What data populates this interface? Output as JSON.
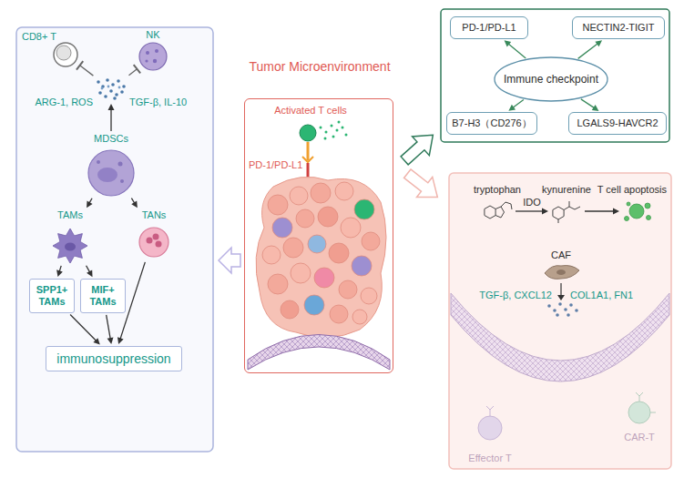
{
  "diagram": {
    "nodes": [
      {
        "text": [
          "CD8+ T"
        ]
      },
      {
        "text": [
          "NK"
        ]
      },
      {
        "text": [
          "ARG-1, ROS",
          "TGF-β, IL-10"
        ]
      },
      {
        "text": [
          "MDSCs"
        ]
      },
      {
        "text": [
          "TAMs"
        ]
      },
      {
        "text": [
          "TANs"
        ]
      },
      {
        "text": [
          "SPP1+ TAMs"
        ]
      },
      {
        "text": [
          "MIF+ TAMs"
        ]
      },
      {
        "text": [
          "immunosuppression"
        ]
      },
      {
        "text": [
          "Tumor Microenvironment",
          "Activated T cells",
          "PD-1/PD-L1"
        ]
      },
      {
        "text": [
          "Immune checkpoint"
        ]
      },
      {
        "text": [
          "PD-1/PD-L1"
        ]
      },
      {
        "text": [
          "NECTIN2-TIGIT"
        ]
      },
      {
        "text": [
          "B7-H3（CD276）"
        ]
      },
      {
        "text": [
          "LGALS9-HAVCR2"
        ]
      },
      {
        "text": [
          "tryptophan"
        ]
      },
      {
        "text": [
          "kynurenine"
        ]
      },
      {
        "text": [
          "T cell apoptosis"
        ]
      },
      {
        "text": [
          "CAF"
        ]
      }
    ],
    "edges": [
      {
        "from": 2,
        "to": 0,
        "arrow": "to"
      },
      {
        "from": 2,
        "to": 1,
        "arrow": "to"
      },
      {
        "from": 3,
        "to": 2,
        "arrow": "to"
      },
      {
        "from": 3,
        "to": 4,
        "arrow": "to"
      },
      {
        "from": 3,
        "to": 5,
        "arrow": "to"
      },
      {
        "from": 4,
        "to": 6,
        "arrow": "to"
      },
      {
        "from": 4,
        "to": 7,
        "arrow": "to"
      },
      {
        "from": 6,
        "to": 8,
        "arrow": "to"
      },
      {
        "from": 7,
        "to": 8,
        "arrow": "to"
      },
      {
        "from": 5,
        "to": 8,
        "arrow": "to"
      },
      {
        "from": 10,
        "to": 11,
        "arrow": "to"
      },
      {
        "from": 10,
        "to": 12,
        "arrow": "to"
      },
      {
        "from": 10,
        "to": 13,
        "arrow": "to"
      },
      {
        "from": 10,
        "to": 14,
        "arrow": "to"
      },
      {
        "from": 15,
        "to": 16,
        "label": "IDO",
        "arrow": "to"
      },
      {
        "from": 16,
        "to": 17,
        "arrow": "to"
      }
    ],
    "labels": [
      "TGF-β, CXCL12",
      "COL1A1, FN1",
      "Effector T",
      "CAR-T"
    ]
  }
}
